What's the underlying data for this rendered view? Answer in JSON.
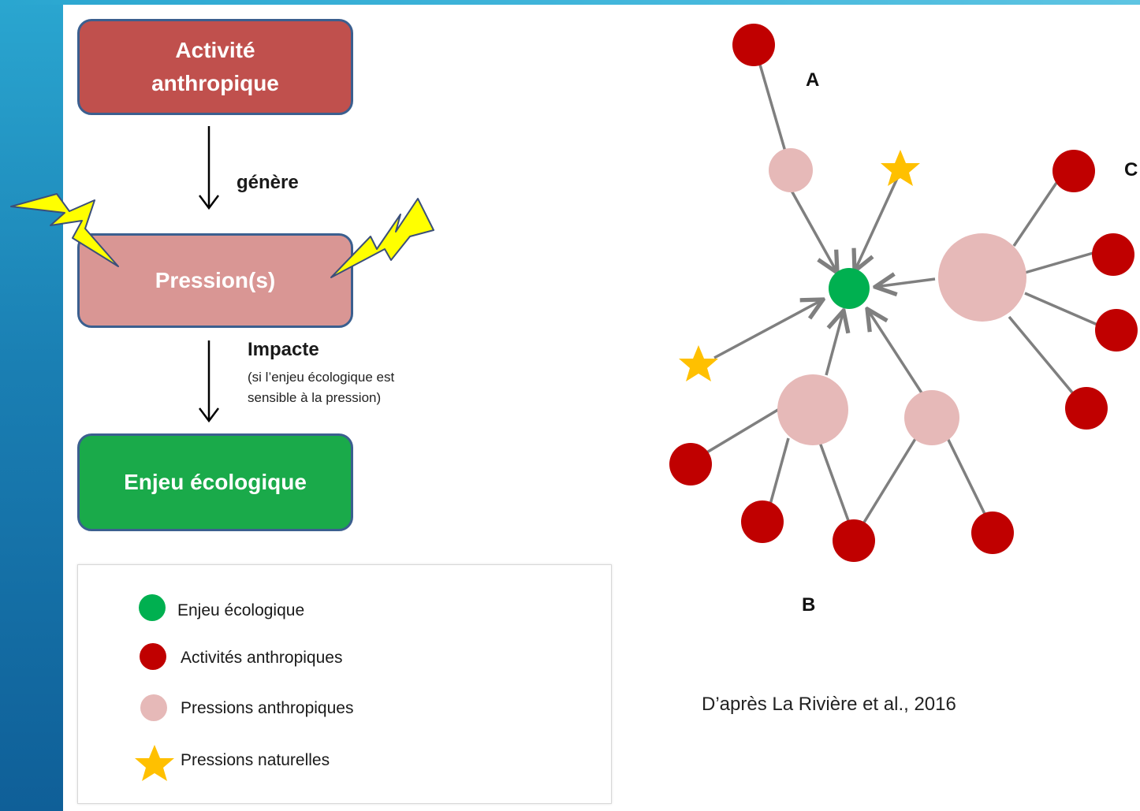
{
  "flow": {
    "activity": {
      "line1": "Activité",
      "line2": "anthropique"
    },
    "generates_label": "génère",
    "pressure_label": "Pression(s)",
    "impacts_label": "Impacte",
    "impacts_note_line1": "(si l’enjeu écologique est",
    "impacts_note_line2": "sensible à la pression)",
    "issue_label": "Enjeu écologique"
  },
  "legend": {
    "items": [
      {
        "label": "Enjeu écologique",
        "symbol": "green-circle-icon"
      },
      {
        "label": "Activités anthropiques",
        "symbol": "red-circle-icon"
      },
      {
        "label": "Pressions anthropiques",
        "symbol": "pink-circle-icon"
      },
      {
        "label": "Pressions naturelles",
        "symbol": "star-icon"
      }
    ]
  },
  "network": {
    "group_labels": {
      "a": "A",
      "b": "B",
      "c": "C"
    },
    "source": "D’après La Rivière et al., 2016"
  },
  "colors": {
    "activity": "#c00000",
    "pressure": "#e6b9b8",
    "issue": "#00b050",
    "natural_pressure": "#ffc000",
    "edge": "#7f7f7f",
    "lightning": "#ffff00"
  }
}
